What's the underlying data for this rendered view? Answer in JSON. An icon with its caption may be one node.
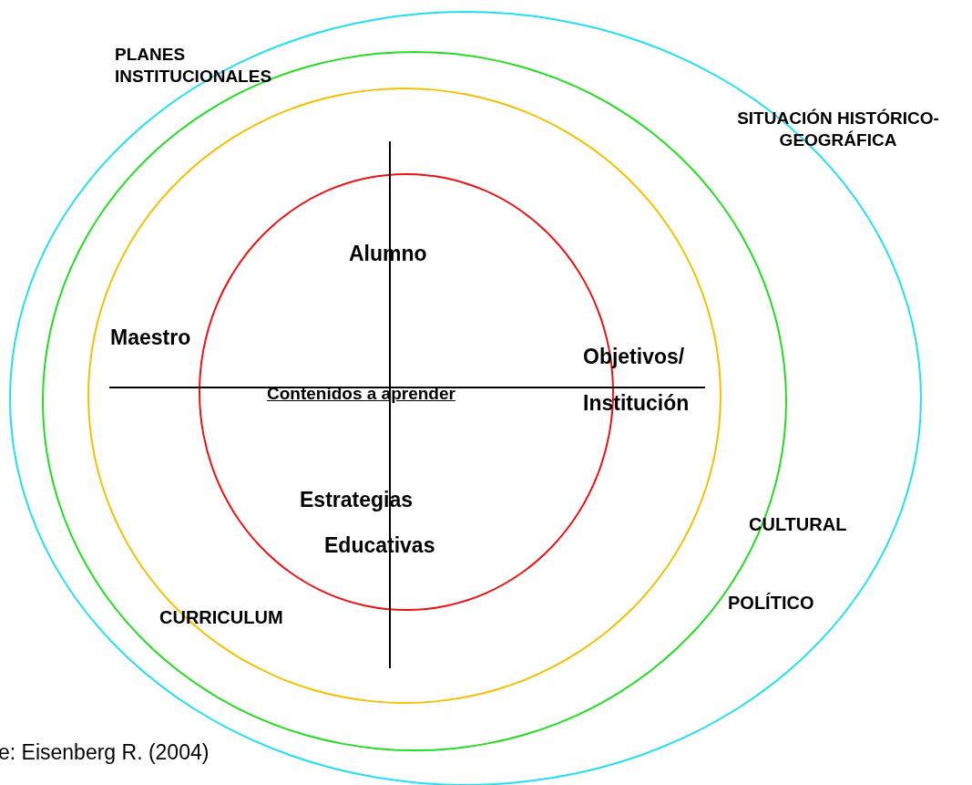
{
  "diagram": {
    "caption": "e: Eisenberg R. (2004)",
    "nodes": [
      {
        "text": [],
        "shape": "circle"
      },
      {
        "text": [],
        "shape": "circle",
        "in": 0
      },
      {
        "text": [],
        "shape": "circle",
        "in": 1
      },
      {
        "text": [],
        "shape": "circle",
        "in": 2
      }
    ],
    "labels": [
      "PLANES INSTITUCIONALES",
      "SITUACIÓN HISTÓRICO-GEOGRÁFICA",
      "Alumno",
      "Maestro",
      "Objetivos/",
      "Contenidos a aprender",
      "Institución",
      "Estrategias",
      "Educativas",
      "CULTURAL",
      "POLÍTICO",
      "CURRICULUM"
    ]
  }
}
